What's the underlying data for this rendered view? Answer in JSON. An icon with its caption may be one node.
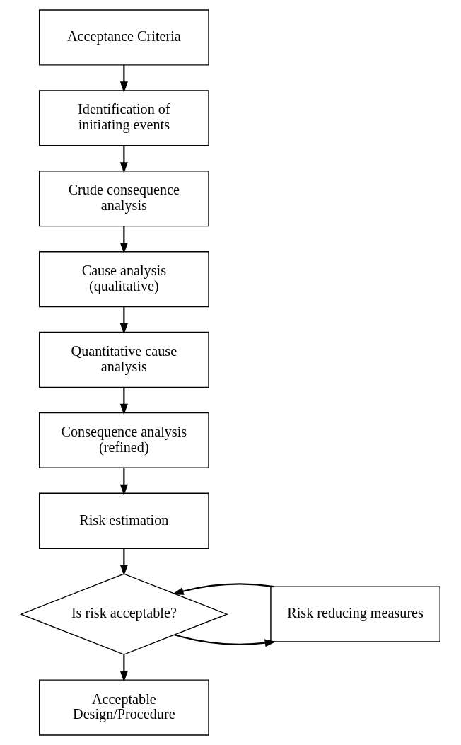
{
  "diagram": {
    "nodes": [
      {
        "text": [
          "Acceptance Criteria"
        ]
      },
      {
        "text": [
          "Identification of initiating events"
        ]
      },
      {
        "text": [
          "Crude consequence analysis"
        ]
      },
      {
        "text": [
          "Cause analysis (qualitative)"
        ]
      },
      {
        "text": [
          "Quantitative cause analysis"
        ]
      },
      {
        "text": [
          "Consequence analysis (refined)"
        ]
      },
      {
        "text": [
          "Risk estimation"
        ]
      },
      {
        "text": [
          "Is risk acceptable?"
        ]
      },
      {
        "text": [
          "Risk reducing measures"
        ]
      },
      {
        "text": [
          "Acceptable Design/Procedure"
        ]
      }
    ],
    "edges": [
      {
        "from": 0,
        "to": 1,
        "arrow": "to"
      },
      {
        "from": 1,
        "to": 2,
        "arrow": "to"
      },
      {
        "from": 2,
        "to": 3,
        "arrow": "to"
      },
      {
        "from": 3,
        "to": 4,
        "arrow": "to"
      },
      {
        "from": 4,
        "to": 5,
        "arrow": "to"
      },
      {
        "from": 5,
        "to": 6,
        "arrow": "to"
      },
      {
        "from": 6,
        "to": 7,
        "arrow": "to"
      },
      {
        "from": 7,
        "to": 8,
        "arrow": "to"
      },
      {
        "from": 8,
        "to": 7,
        "arrow": "to"
      },
      {
        "from": 7,
        "to": 9,
        "arrow": "to"
      }
    ]
  }
}
